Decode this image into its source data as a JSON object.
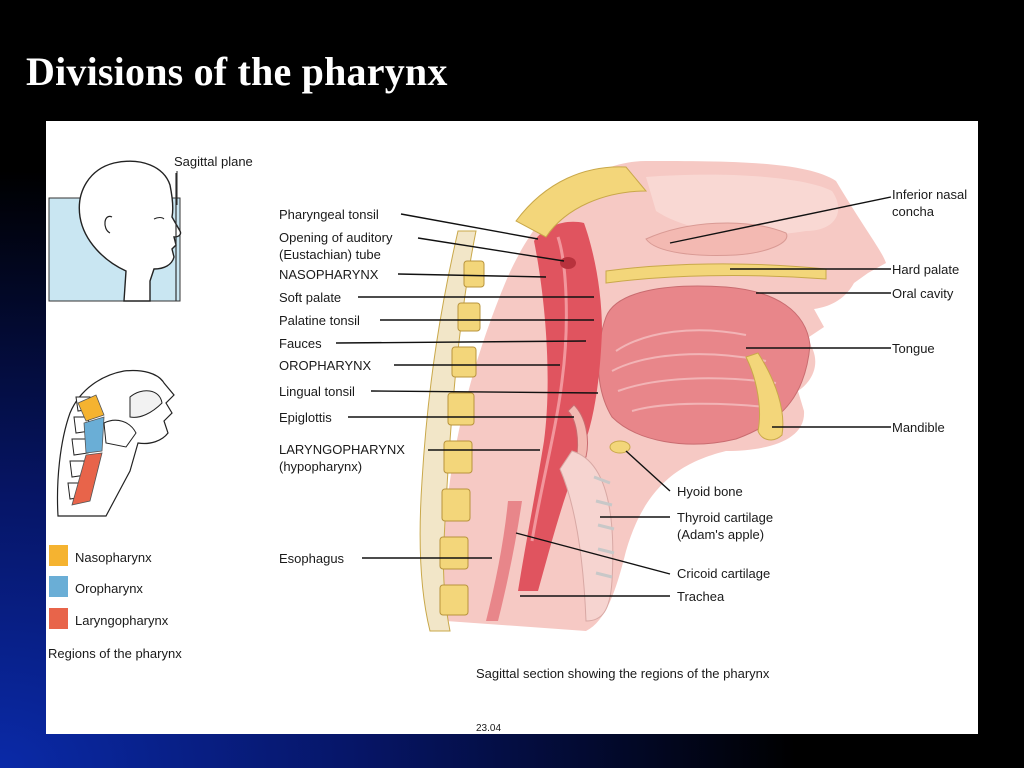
{
  "title": "Divisions of the pharynx",
  "inset": {
    "sagittal_plane": "Sagittal plane",
    "legend": [
      {
        "label": "Nasopharynx",
        "color": "#f5b330"
      },
      {
        "label": "Oropharynx",
        "color": "#6aaed6"
      },
      {
        "label": "Laryngopharynx",
        "color": "#e8644a"
      }
    ],
    "regions_caption": "Regions of the pharynx"
  },
  "left_labels": {
    "pharyngeal_tonsil": "Pharyngeal tonsil",
    "auditory_1": "Opening of auditory",
    "auditory_2": "(Eustachian) tube",
    "nasopharynx": "NASOPHARYNX",
    "soft_palate": "Soft palate",
    "palatine_tonsil": "Palatine tonsil",
    "fauces": "Fauces",
    "oropharynx": "OROPHARYNX",
    "lingual_tonsil": "Lingual tonsil",
    "epiglottis": "Epiglottis",
    "laryngo_1": "LARYNGOPHARYNX",
    "laryngo_2": "(hypopharynx)",
    "esophagus": "Esophagus"
  },
  "right_labels": {
    "nasal_1": "Inferior nasal",
    "nasal_2": "concha",
    "hard_palate": "Hard palate",
    "oral_cavity": "Oral cavity",
    "tongue": "Tongue",
    "mandible": "Mandible",
    "hyoid": "Hyoid bone",
    "thyroid_1": "Thyroid cartilage",
    "thyroid_2": "(Adam's apple)",
    "cricoid": "Cricoid cartilage",
    "trachea": "Trachea"
  },
  "caption": "Sagittal section showing the regions of the pharynx",
  "figure_number": "23.04",
  "colors": {
    "background": "#000000",
    "panel": "#ffffff",
    "tissue": "#f6c9c4",
    "mucosa": "#e0545f",
    "bone": "#f3d67a"
  },
  "icons": [
    "head-profile-icon"
  ]
}
